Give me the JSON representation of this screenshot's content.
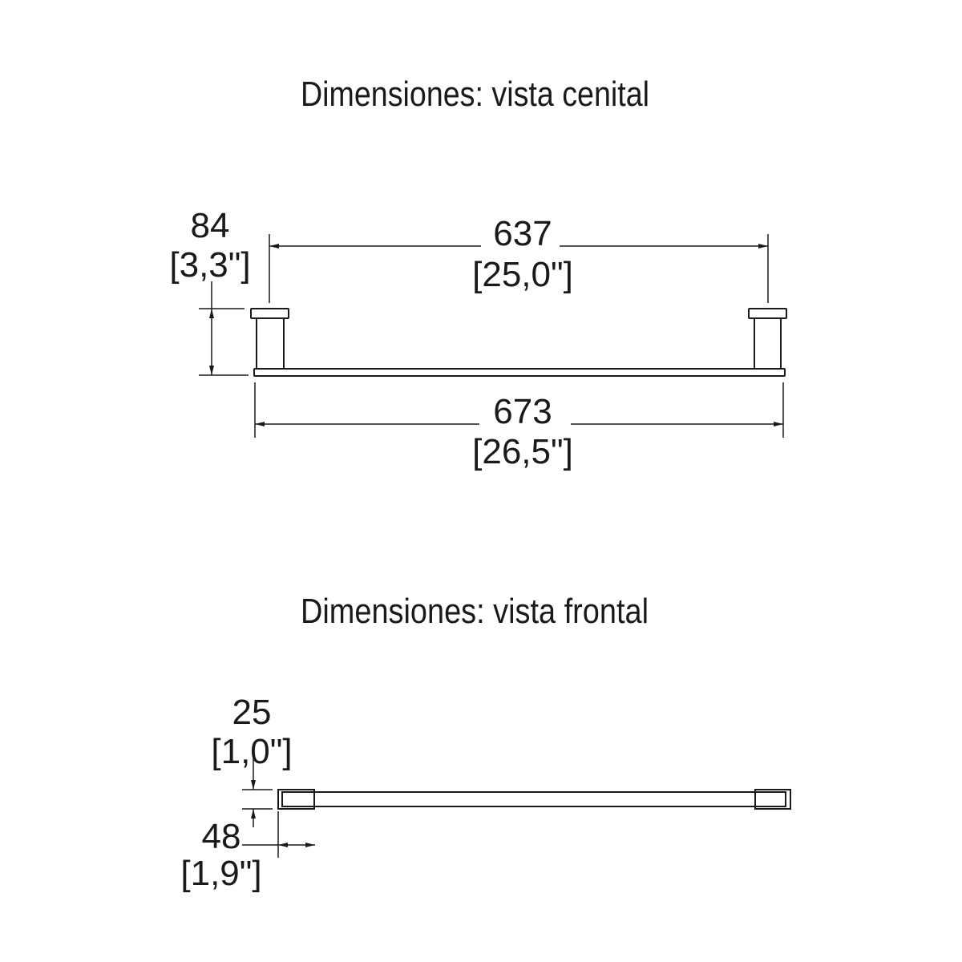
{
  "top_view": {
    "title": "Dimensiones: vista cenital",
    "depth_mm": "84",
    "depth_in": "[3,3\"]",
    "post_span_mm": "637",
    "post_span_in": "[25,0\"]",
    "overall_mm": "673",
    "overall_in": "[26,5\"]"
  },
  "front_view": {
    "title": "Dimensiones: vista frontal",
    "height_mm": "25",
    "height_in": "[1,0\"]",
    "end_mm": "48",
    "end_in": "[1,9\"]"
  },
  "colors": {
    "line": "#1a1a1a",
    "background": "#ffffff"
  }
}
